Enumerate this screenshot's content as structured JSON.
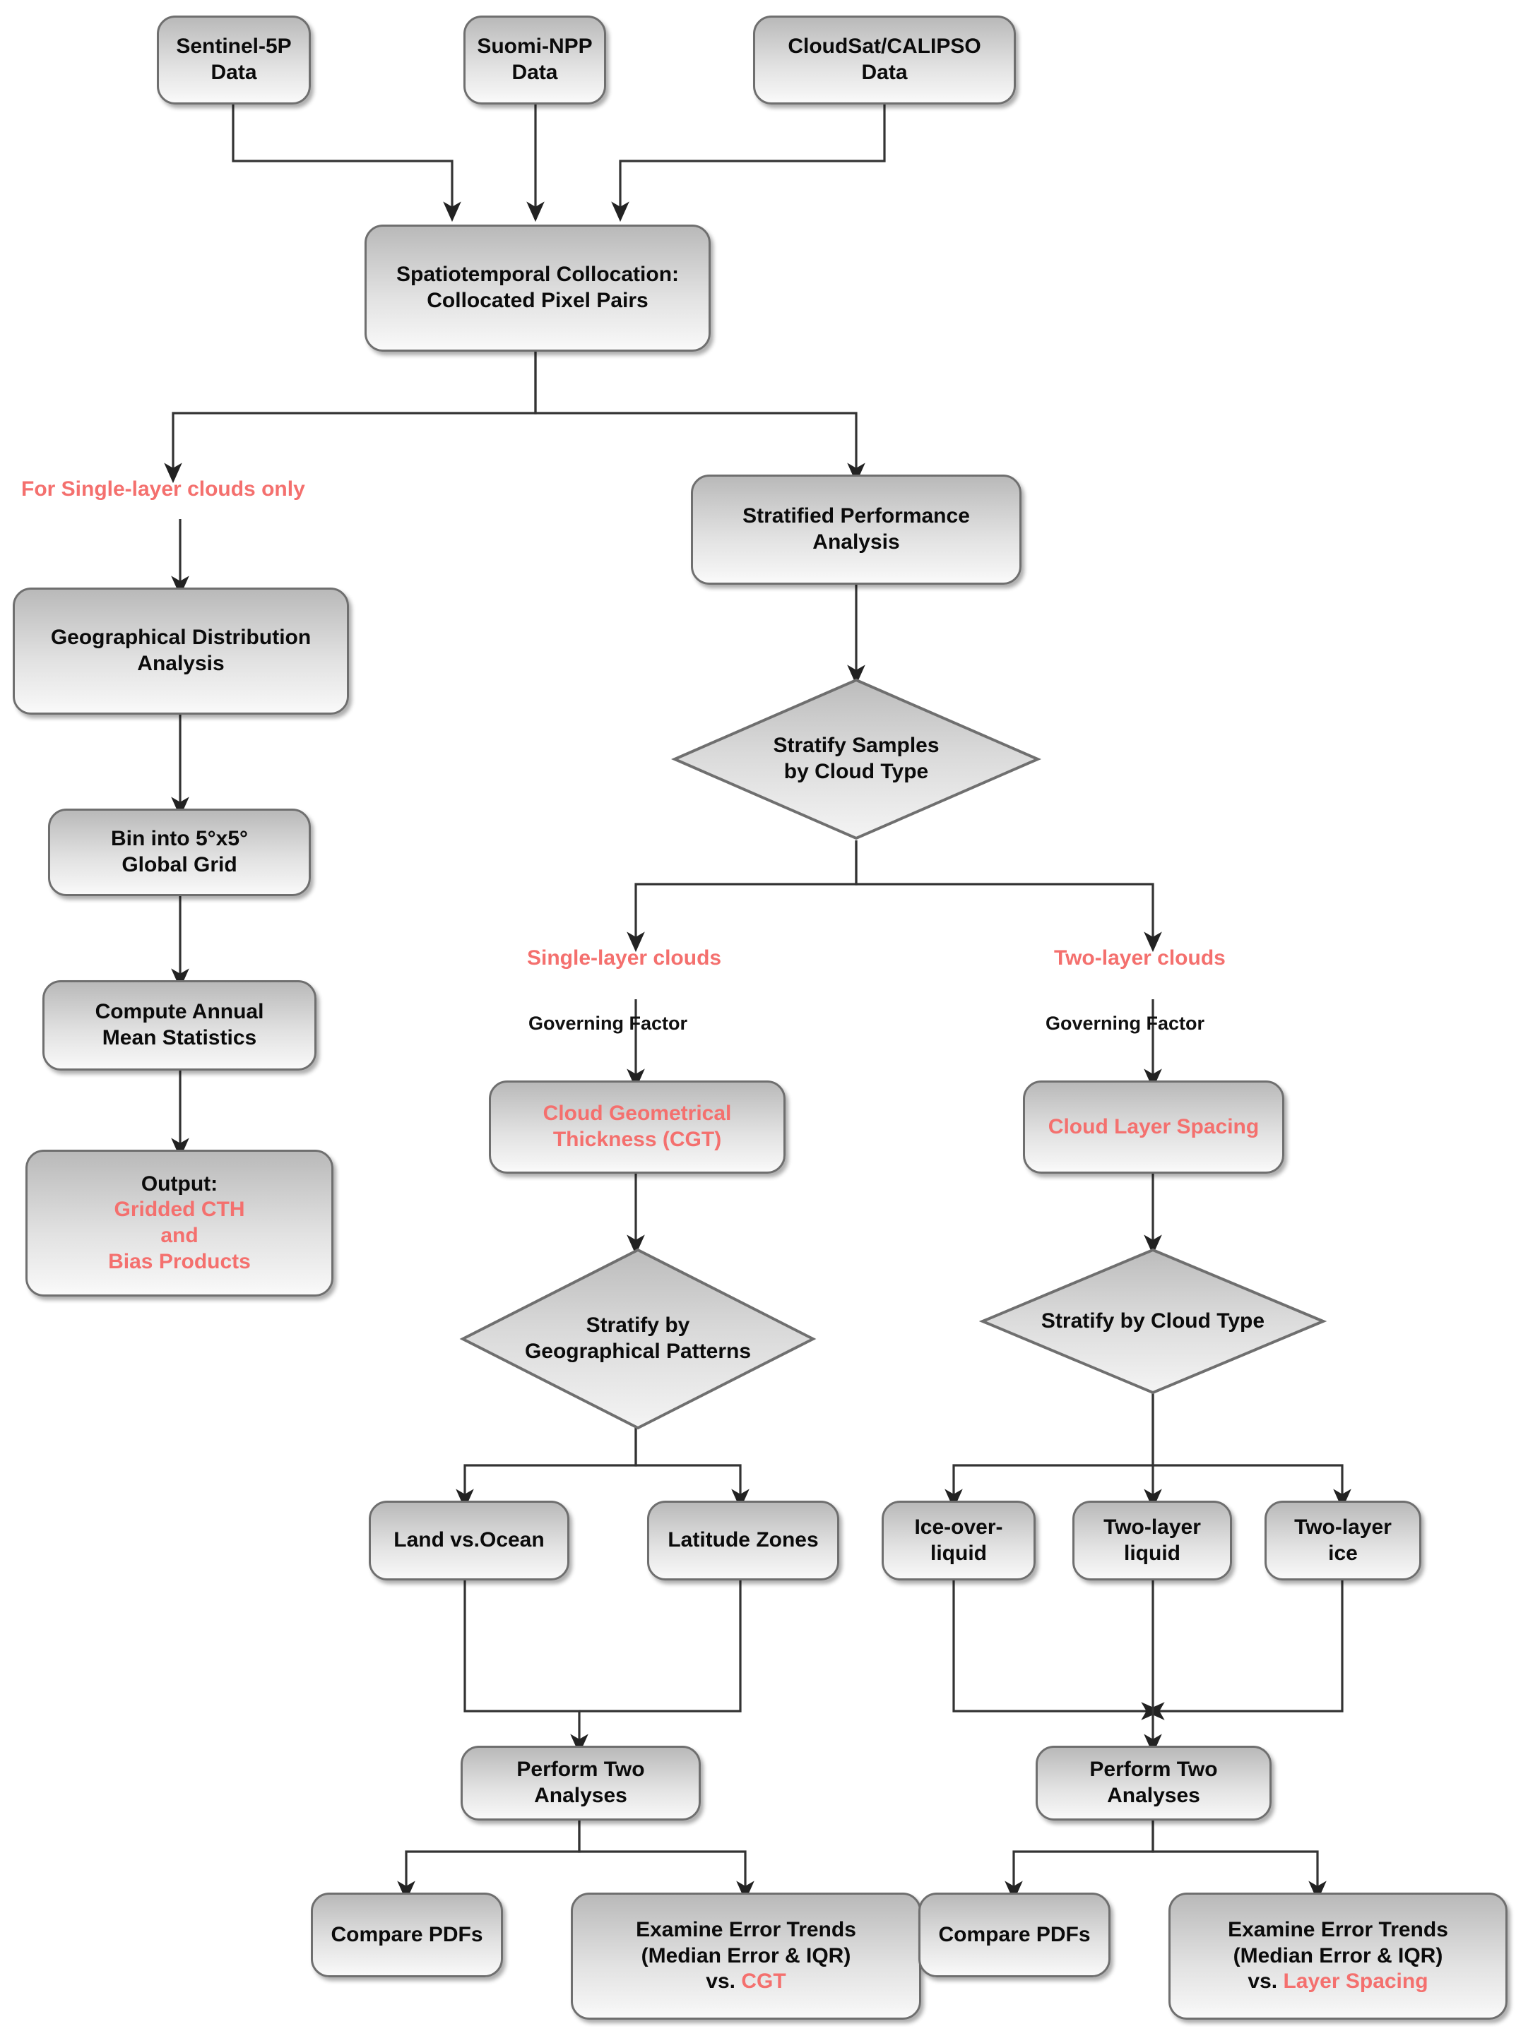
{
  "diagram": {
    "type": "flowchart",
    "title": "Cloud Top Height Validation Workflow",
    "accent_red": "#f4706e",
    "node_fill": "#e2e2e2",
    "node_border": "#6f6f6f",
    "text_color": "#0b0b0b"
  },
  "nodes": {
    "sentinel": "Sentinel-5P\nData",
    "sentinel_l1": "Sentinel-5P",
    "sentinel_l2": "Data",
    "suomi_l1": "Suomi-NPP",
    "suomi_l2": "Data",
    "cloudsat_l1": "CloudSat/CALIPSO",
    "cloudsat_l2": "Data",
    "collocation_l1": "Spatiotemporal Collocation:",
    "collocation_l2": "Collocated Pixel Pairs",
    "geo_dist_l1": "Geographical Distribution",
    "geo_dist_l2": "Analysis",
    "bin_grid_l1": "Bin into 5°x5°",
    "bin_grid_l2": "Global Grid",
    "annual_mean_l1": "Compute Annual",
    "annual_mean_l2": "Mean Statistics",
    "output_l1": "Output:",
    "output_l2": "Gridded CTH",
    "output_l3": "and",
    "output_l4": "Bias Products",
    "strat_perf_l1": "Stratified Performance",
    "strat_perf_l2": "Analysis",
    "diamond_samples_l1": "Stratify Samples",
    "diamond_samples_l2": "by Cloud Type",
    "cgt_l1": "Cloud Geometrical",
    "cgt_l2": "Thickness (CGT)",
    "spacing_l1": "Cloud Layer Spacing",
    "diamond_geo_l1": "Stratify by",
    "diamond_geo_l2": "Geographical Patterns",
    "diamond_cloudtype_l1": "Stratify by Cloud Type",
    "land_ocean": "Land vs.Ocean",
    "lat_zones": "Latitude Zones",
    "ice_over_l1": "Ice-over-",
    "ice_over_l2": "liquid",
    "twolayer_liq_l1": "Two-layer",
    "twolayer_liq_l2": "liquid",
    "twolayer_ice_l1": "Two-layer",
    "twolayer_ice_l2": "ice",
    "perform_left_l1": "Perform Two",
    "perform_left_l2": "Analyses",
    "perform_right_l1": "Perform Two",
    "perform_right_l2": "Analyses",
    "compare_pdfs_left": "Compare PDFs",
    "compare_pdfs_right": "Compare PDFs",
    "examine_left_l1": "Examine Error Trends",
    "examine_left_l2": "(Median Error & IQR)",
    "examine_left_l3a": "vs. ",
    "examine_left_l3b": "CGT",
    "examine_right_l1": "Examine Error Trends",
    "examine_right_l2": "(Median Error & IQR)",
    "examine_right_l3a": "vs. ",
    "examine_right_l3b": "Layer Spacing"
  },
  "edge_labels": {
    "single_layer_only": "For Single-layer clouds only",
    "single_layer_clouds": "Single-layer clouds",
    "two_layer_clouds": "Two-layer clouds",
    "governing_factor_left": "Governing Factor",
    "governing_factor_right": "Governing Factor"
  }
}
